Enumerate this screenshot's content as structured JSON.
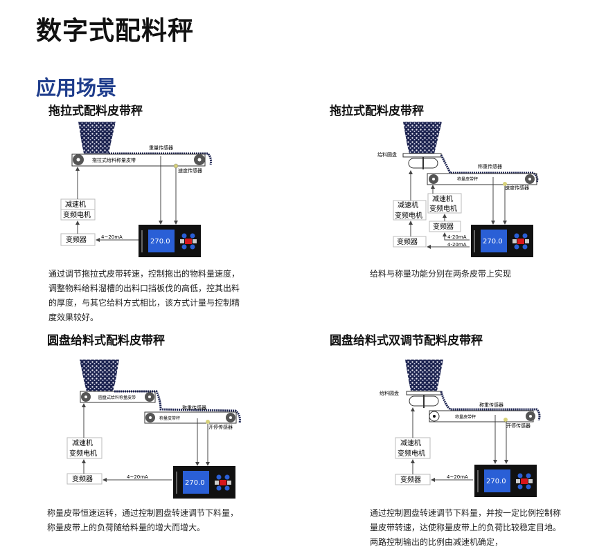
{
  "title": "数字式配料秤",
  "section": "应用场景",
  "panels": [
    {
      "heading": "拖拉式配料皮带秤",
      "desc": [
        "通过调节拖拉式皮带转速，控制拖出的物料量速度，",
        "调整物料给料溜槽的出料口挡板伐的高低，控其出料",
        "的厚度，与其它给料方式相比，该方式计量与控制精",
        "度效果较好。"
      ],
      "labels": {
        "belt": "拖拉式给料称量皮带",
        "weigh": "重量传感器",
        "speed": "速度传感器",
        "reducer": "减速机",
        "motor": "变频电机",
        "inverter": "变频器",
        "signal": "4~20mA"
      }
    },
    {
      "heading": "拖拉式配料皮带秤",
      "desc": [
        "给料与称量功能分别在两条皮带上实现"
      ],
      "labels": {
        "disk": "给料圆盘",
        "belt": "称量皮带秤",
        "weigh": "称重传感器",
        "speed": "速度传感器",
        "reducer": "减速机",
        "motor": "变频电机",
        "inverter": "变频器",
        "signal": "4-20mA"
      }
    },
    {
      "heading": "圆盘给料式配料皮带秤",
      "desc": [
        "称量皮带恒速运转，通过控制圆盘转速调节下料量，",
        "称量皮带上的负荷随给料量的增大而增大。"
      ],
      "labels": {
        "belt1": "圆盘式给料称量皮带",
        "belt": "称量皮带秤",
        "weigh": "称重传感器",
        "speed": "开停传感器",
        "reducer": "减速机",
        "motor": "变频电机",
        "inverter": "变频器",
        "signal": "4~20mA"
      }
    },
    {
      "heading": "圆盘给料式双调节配料皮带秤",
      "desc": [
        "通过控制圆盘转速调节下料量，并按一定比例控制称",
        "量皮带转速，达使称量皮带上的负荷比较稳定目地。",
        "两路控制输出的比例由减速机确定，"
      ],
      "labels": {
        "disk": "给料圆盘",
        "belt": "称量皮带秤",
        "weigh": "称重传感器",
        "speed": "开停传感器",
        "reducer": "减速机",
        "motor": "变频电机",
        "inverter": "变频器",
        "signal": "4~20mA"
      }
    }
  ],
  "display_value": "270.0",
  "colors": {
    "heading_blue": "#1f3d8c",
    "screen": "#2a5fd6",
    "key_red": "#d8161b"
  }
}
